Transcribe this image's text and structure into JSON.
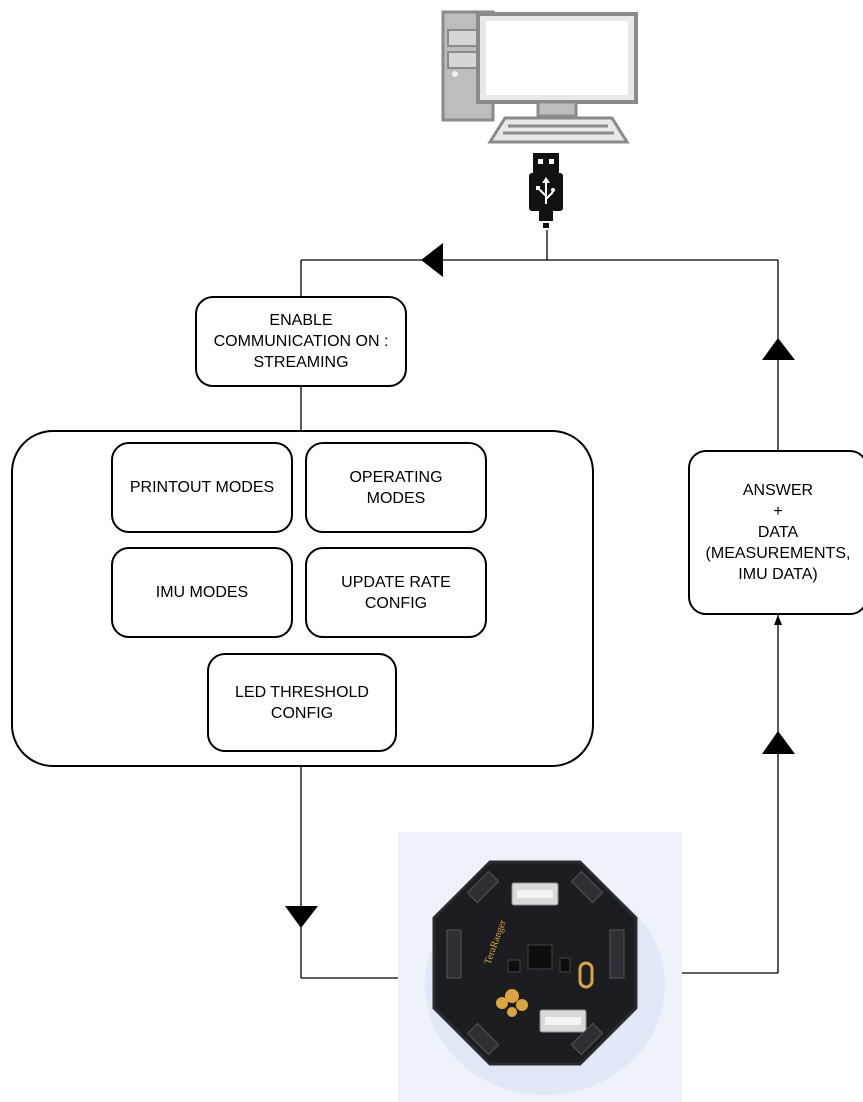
{
  "nodes": {
    "enable": "ENABLE\nCOMMUNICATION ON :\nSTREAMING",
    "printout": "PRINTOUT MODES",
    "operating": "OPERATING\nMODES",
    "imu": "IMU MODES",
    "update_rate": "UPDATE RATE\nCONFIG",
    "led_threshold": "LED THRESHOLD\nCONFIG",
    "answer": "ANSWER\n+\nDATA\n(MEASUREMENTS,\nIMU DATA)"
  },
  "device": {
    "board_brand": "TeraRanger"
  },
  "colors": {
    "line": "#000000",
    "computer_frame": "#8a8a8a",
    "board": "#1c1d20",
    "board_accent": "#d9a441"
  },
  "icons": [
    "desktop-computer-icon",
    "usb-plug-icon",
    "sensor-board-image"
  ]
}
